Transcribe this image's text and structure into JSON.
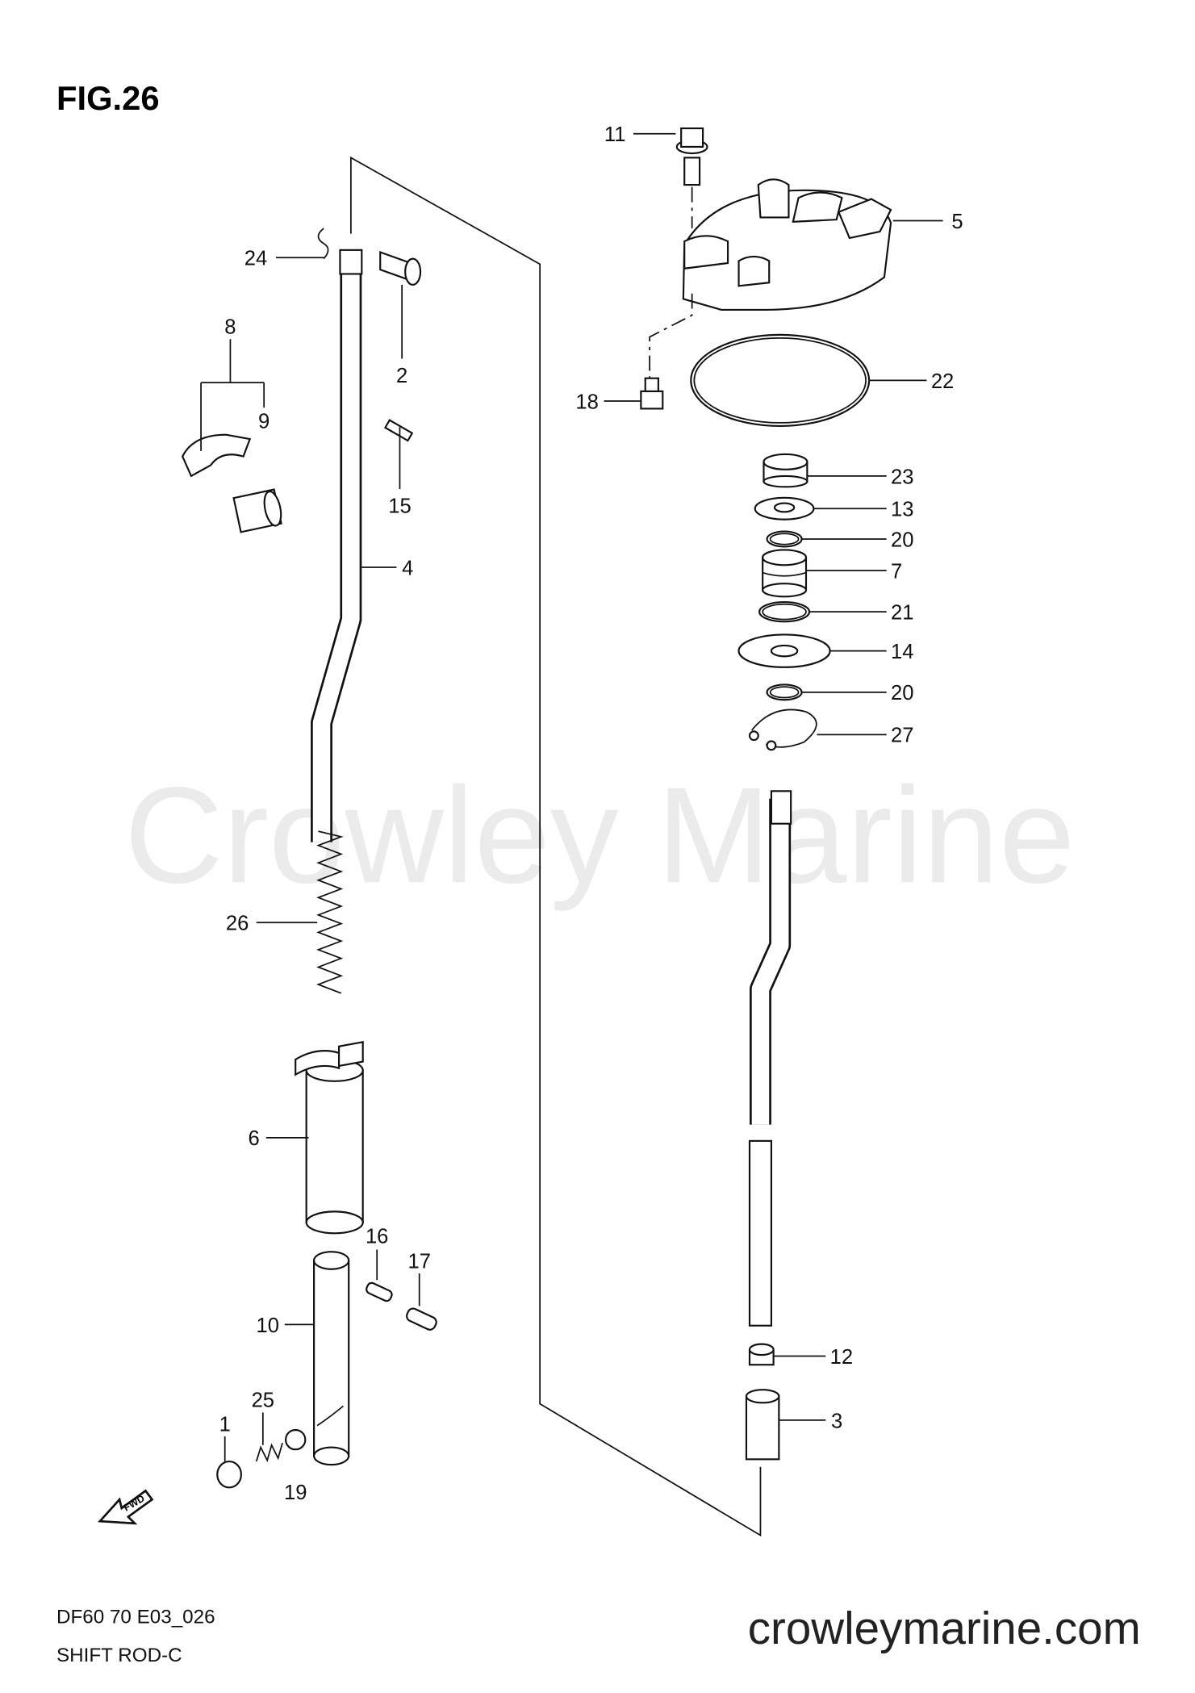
{
  "figure": {
    "title": "FIG.26",
    "model_code": "DF60 70 E03_026",
    "part_group": "SHIFT ROD-C"
  },
  "watermark": "Crowley Marine",
  "website": "crowleymarine.com",
  "fwd_label": "FWD",
  "callouts": [
    "11",
    "5",
    "24",
    "2",
    "8",
    "9",
    "15",
    "4",
    "22",
    "18",
    "23",
    "13",
    "20",
    "7",
    "21",
    "14",
    "20",
    "27",
    "26",
    "6",
    "16",
    "17",
    "10",
    "25",
    "1",
    "19",
    "12",
    "3"
  ]
}
